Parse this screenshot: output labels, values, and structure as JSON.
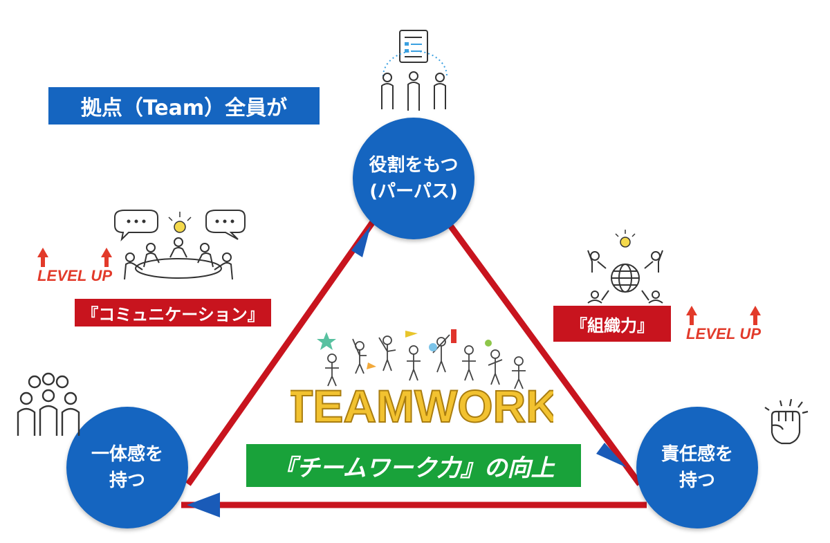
{
  "title": "拠点（Team）全員が",
  "nodes": {
    "top": {
      "line1": "役割をもつ",
      "line2": "(パーパス)"
    },
    "left": {
      "line1": "一体感を",
      "line2": "持つ"
    },
    "right": {
      "line1": "責任感を",
      "line2": "持つ"
    }
  },
  "labels": {
    "communication": "『コミュニケーション』",
    "organization": "『組織力』",
    "teamwork_power": "『チームワーク力』の向上"
  },
  "level_up": "LEVEL UP",
  "teamwork_word": "TEAMWORK",
  "colors": {
    "node_blue": "#1565c0",
    "arrow_red": "#c8141e",
    "arrowhead_blue": "#1a5bb8",
    "label_red": "#c8141e",
    "label_green": "#19a23a",
    "teamwork_yellow": "#f2c230"
  },
  "icons": [
    "team-purpose-icon",
    "communication-meeting-icon",
    "global-organization-icon",
    "group-people-icon",
    "raised-fist-icon",
    "teamwork-illustration",
    "level-up-arrow-icon"
  ]
}
